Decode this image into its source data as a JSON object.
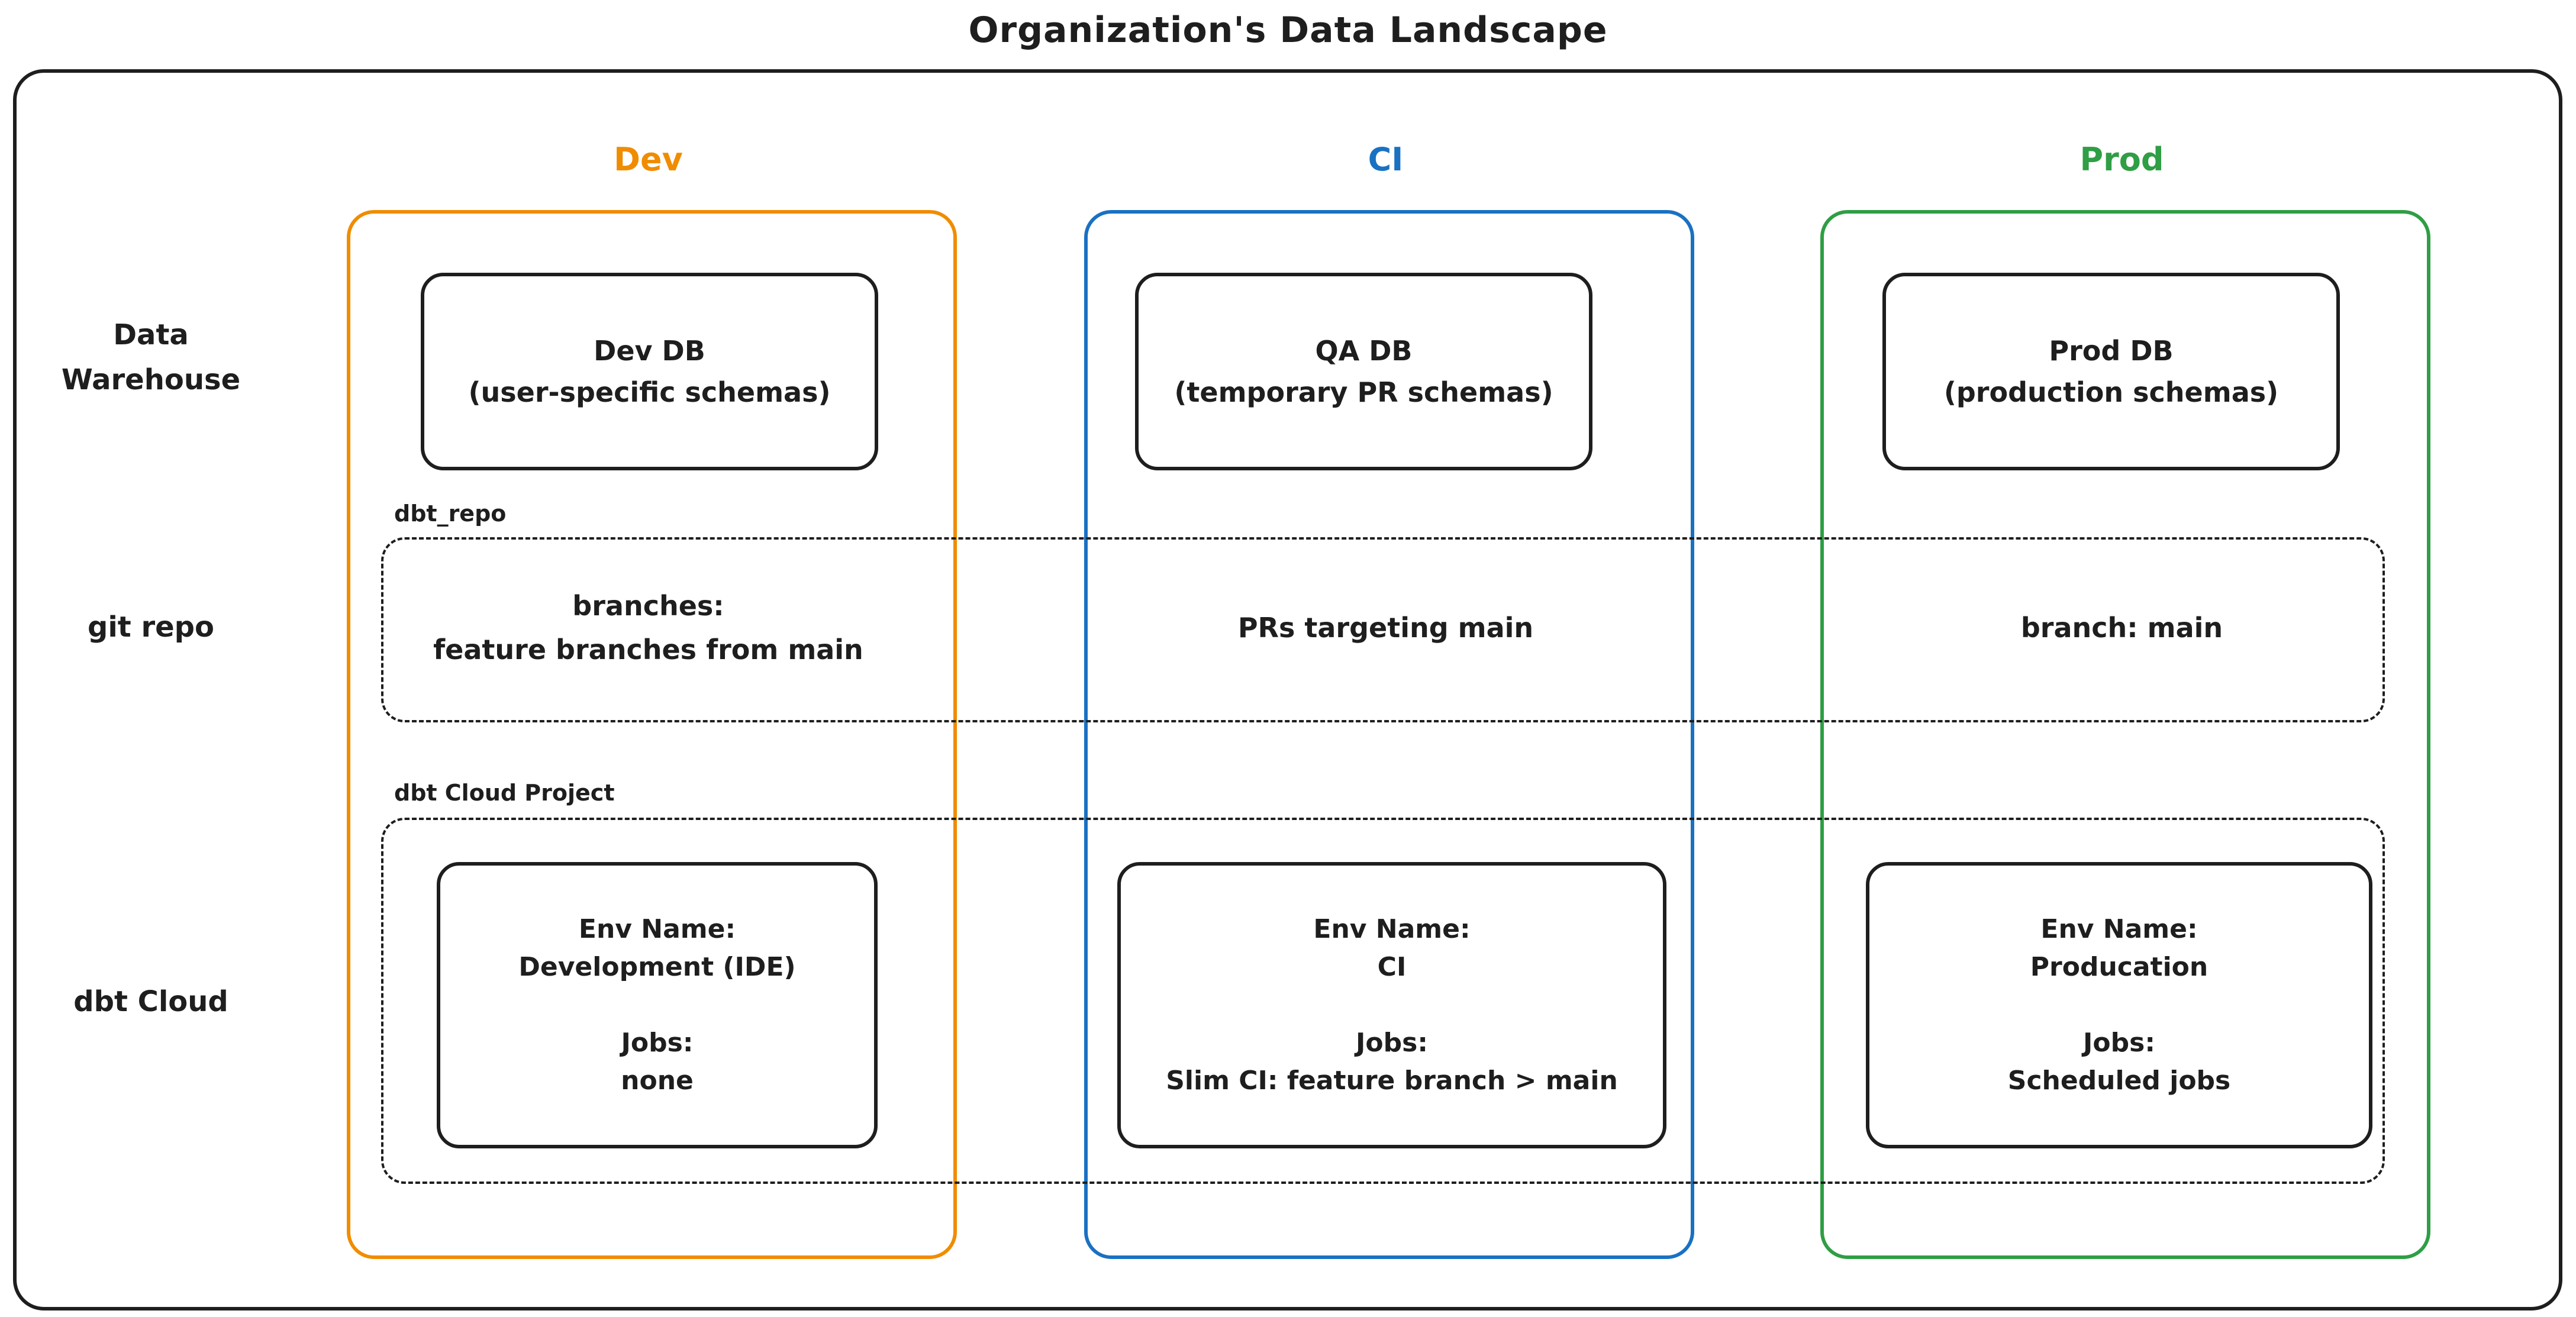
{
  "title": "Organization's Data Landscape",
  "colors": {
    "ink": "#1e1e1e",
    "dev_accent": "#f08c00",
    "ci_accent": "#1971c2",
    "prod_accent": "#2f9e44"
  },
  "column_headers": {
    "dev": "Dev",
    "ci": "CI",
    "prod": "Prod"
  },
  "row_labels": {
    "data_warehouse_line1": "Data",
    "data_warehouse_line2": "Warehouse",
    "git_repo": "git repo",
    "dbt_cloud": "dbt Cloud"
  },
  "warehouse_row": {
    "dev": {
      "line1": "Dev DB",
      "line2": "(user-specific schemas)"
    },
    "ci": {
      "line1": "QA DB",
      "line2": "(temporary PR schemas)"
    },
    "prod": {
      "line1": "Prod DB",
      "line2": "(production schemas)"
    }
  },
  "git_repo_row": {
    "container_label": "dbt_repo",
    "dev_line1": "branches:",
    "dev_line2": "feature branches from main",
    "ci": "PRs targeting main",
    "prod": "branch: main"
  },
  "dbt_cloud_row": {
    "container_label": "dbt Cloud Project",
    "dev": {
      "env_label": "Env Name:",
      "env_value": "Development (IDE)",
      "jobs_label": "Jobs:",
      "jobs_value": "none"
    },
    "ci": {
      "env_label": "Env Name:",
      "env_value": "CI",
      "jobs_label": "Jobs:",
      "jobs_value": "Slim CI: feature branch > main"
    },
    "prod": {
      "env_label": "Env Name:",
      "env_value": "Producation",
      "jobs_label": "Jobs:",
      "jobs_value": "Scheduled jobs"
    }
  }
}
